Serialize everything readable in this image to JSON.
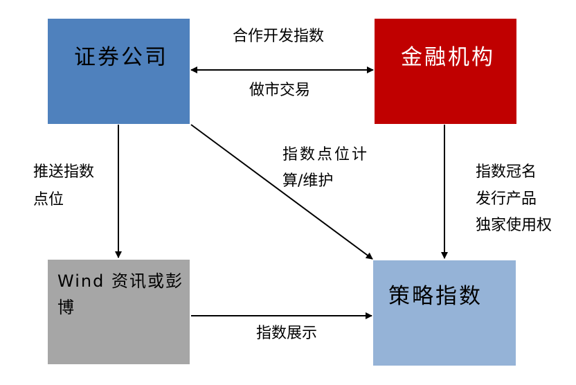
{
  "nodes": {
    "securities": "证券公司",
    "financial": "金融机构",
    "wind": "Wind 资讯或彭博",
    "strategy": "策略指数"
  },
  "edges": {
    "top_upper": "合作开发指数",
    "top_lower": "做市交易",
    "left_line1": "推送指数",
    "left_line2": "点位",
    "diag_line1": "指数点位计",
    "diag_line2": "算/维护",
    "right_line1": "指数冠名",
    "right_line2": "发行产品",
    "right_line3": "独家使用权",
    "bottom": "指数展示"
  },
  "colors": {
    "securities": "#4f81bd",
    "financial": "#c00000",
    "wind": "#a6a6a6",
    "strategy": "#95b3d7"
  }
}
